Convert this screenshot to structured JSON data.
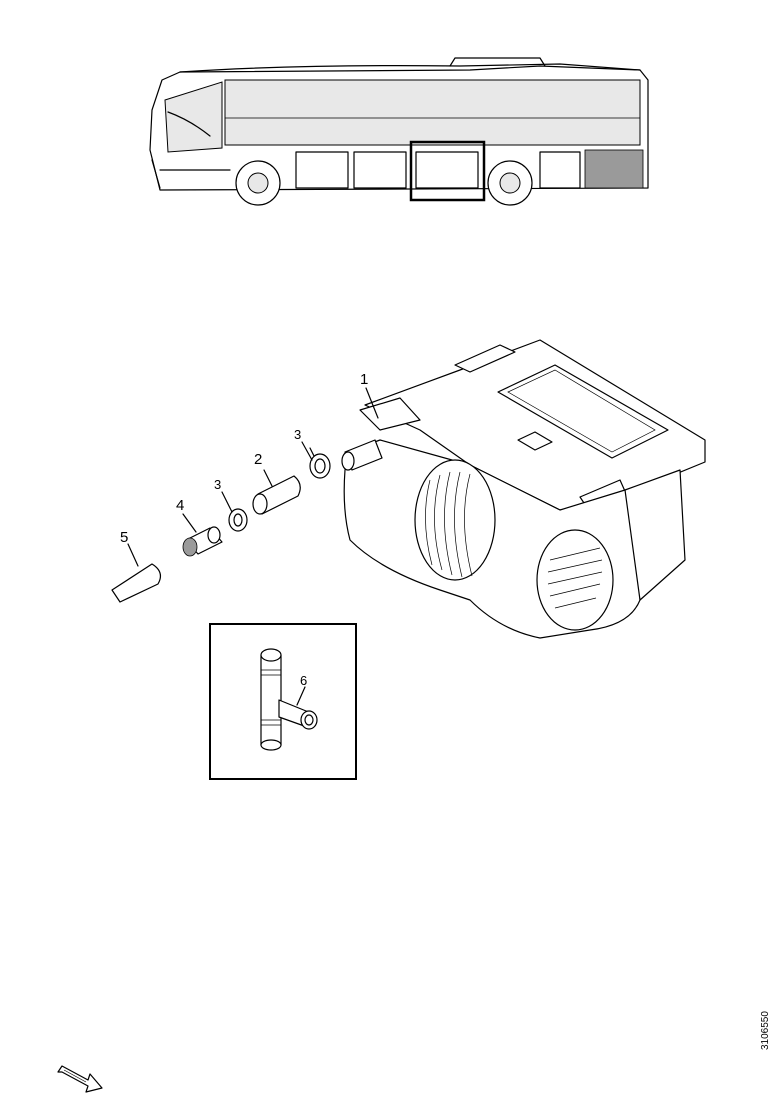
{
  "callouts": {
    "c1": "1",
    "c2": "2",
    "c3a": "3",
    "c3b": "3",
    "c4": "4",
    "c5": "5",
    "c6": "6"
  },
  "doc_id": "3106550"
}
